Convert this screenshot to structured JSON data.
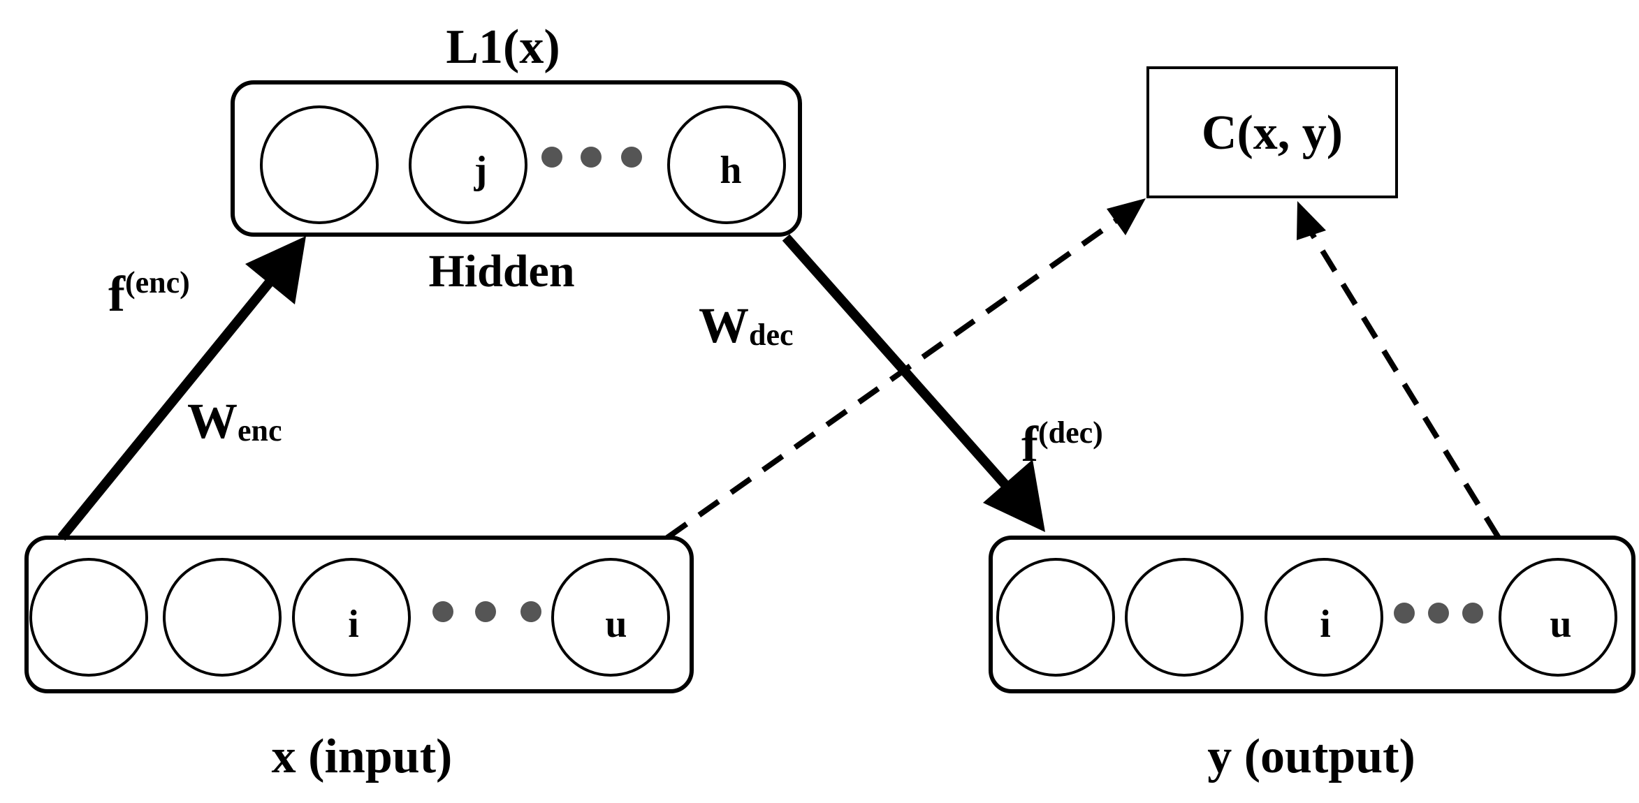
{
  "hidden_layer": {
    "title": "L1(x)",
    "caption": "Hidden",
    "node_labels": [
      "",
      "j",
      "h"
    ]
  },
  "input_layer": {
    "caption": "x (input)",
    "node_labels": [
      "",
      "",
      "i",
      "u"
    ]
  },
  "output_layer": {
    "caption": "y (output)",
    "node_labels": [
      "",
      "",
      "i",
      "u"
    ]
  },
  "cost_box": {
    "label": "C(x, y)"
  },
  "encoder": {
    "f_base": "f",
    "f_sup": "(enc)",
    "w_base": "W",
    "w_sub": "enc"
  },
  "decoder": {
    "f_base": "f",
    "f_sup": "(dec)",
    "w_base": "W",
    "w_sub": "dec"
  },
  "colors": {
    "stroke": "#000000",
    "dots": "#555555",
    "background": "#ffffff"
  }
}
